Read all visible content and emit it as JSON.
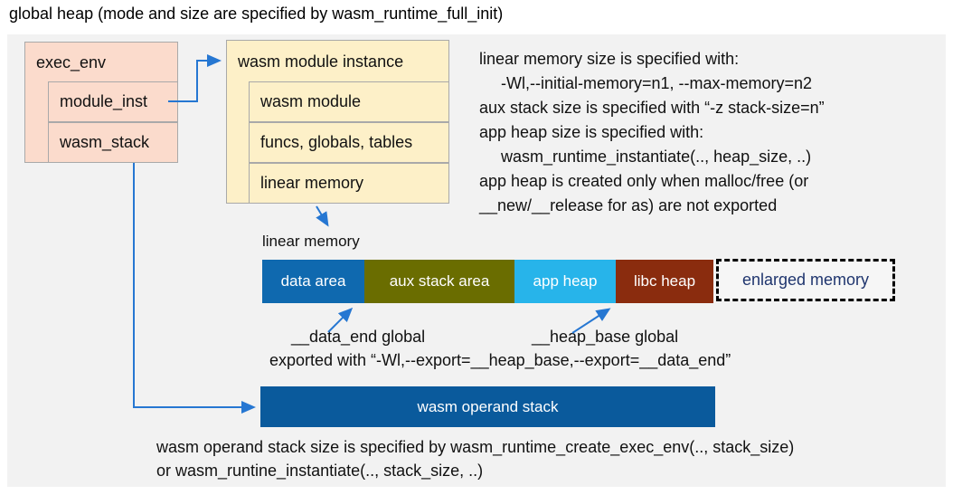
{
  "title": "global heap (mode and size are specified by wasm_runtime_full_init)",
  "exec_env": {
    "header": "exec_env",
    "rows": [
      "module_inst",
      "wasm_stack"
    ]
  },
  "module_instance": {
    "header": "wasm module instance",
    "rows": [
      "wasm module",
      "funcs, globals, tables",
      "linear memory"
    ]
  },
  "notes_right": {
    "lines": [
      "linear memory size is specified with:",
      "-Wl,--initial-memory=n1, --max-memory=n2",
      "aux stack size is specified with “-z stack-size=n”",
      "app heap size is specified with:",
      "wasm_runtime_instantiate(.., heap_size, ..)",
      "app heap is created only when malloc/free (or",
      "__new/__release for as) are not exported"
    ]
  },
  "linear_memory": {
    "label": "linear memory",
    "segments": [
      {
        "label": "data area",
        "color": "#0f69af"
      },
      {
        "label": "aux stack area",
        "color": "#6a6d00"
      },
      {
        "label": "app heap",
        "color": "#27b4ea"
      },
      {
        "label": "libc heap",
        "color": "#8a2c0e"
      }
    ],
    "enlarged_label": "enlarged memory"
  },
  "globals": {
    "data_end_label": "__data_end global",
    "heap_base_label": "__heap_base global",
    "exported_line": "exported with “-Wl,--export=__heap_base,--export=__data_end”"
  },
  "operand_stack": {
    "label": "wasm operand stack",
    "color": "#0a5a9c"
  },
  "bottom_notes": {
    "line1": "wasm operand stack size is specified by wasm_runtime_create_exec_env(.., stack_size)",
    "line2": "or wasm_runtine_instantiate(.., stack_size, ..)"
  },
  "colors": {
    "panel_bg": "#f2f2f2",
    "exec_env_fill": "#fbdbcc",
    "module_instance_fill": "#fdf0c8",
    "box_border": "#a9a9a9",
    "arrow_blue": "#2677d2",
    "enlarged_text": "#1f356e"
  }
}
